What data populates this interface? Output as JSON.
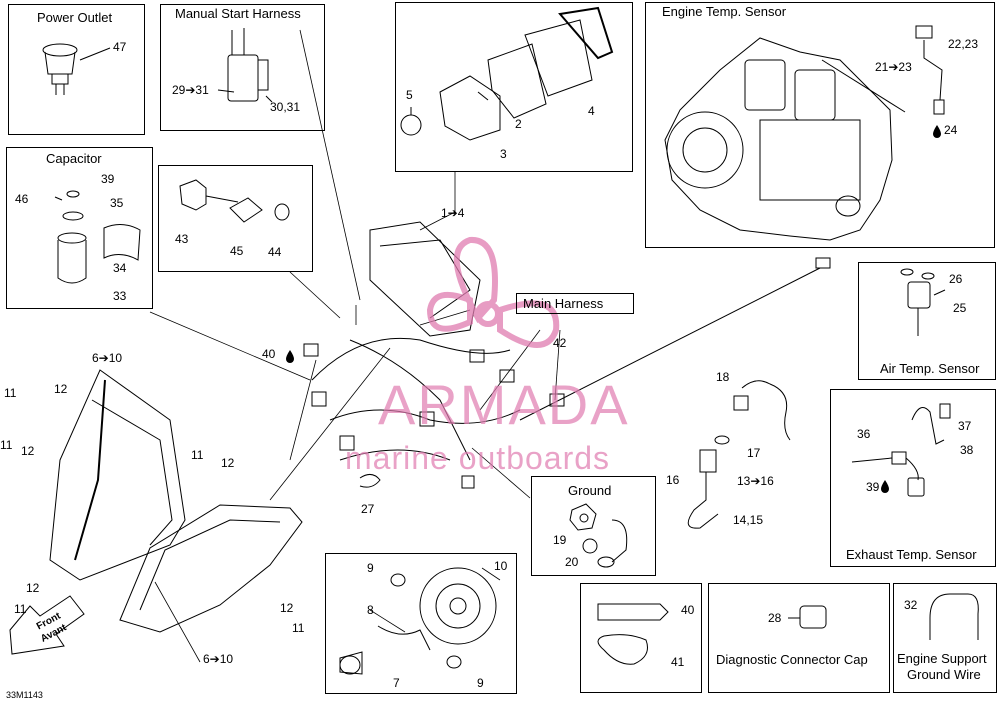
{
  "titles": {
    "power_outlet": "Power Outlet",
    "manual_start_harness": "Manual Start Harness",
    "engine_temp_sensor": "Engine Temp. Sensor",
    "capacitor": "Capacitor",
    "main_harness": "Main Harness",
    "air_temp_sensor": "Air Temp. Sensor",
    "exhaust_temp_sensor": "Exhaust Temp. Sensor",
    "ground": "Ground",
    "diagnostic_connector_cap": "Diagnostic Connector Cap",
    "engine_support_ground_wire_1": "Engine Support",
    "engine_support_ground_wire_2": "Ground Wire"
  },
  "callouts": {
    "c47": "47",
    "c29_31": "29➔31",
    "c30_31": "30,31",
    "c5": "5",
    "c2": "2",
    "c3": "3",
    "c4": "4",
    "c1_4": "1➔4",
    "c22_23": "22,23",
    "c21_23": "21➔23",
    "c24": "24",
    "c39a": "39",
    "c46": "46",
    "c35": "35",
    "c34": "34",
    "c33": "33",
    "c43": "43",
    "c45": "45",
    "c44": "44",
    "c6_10a": "6➔10",
    "c40a": "40",
    "c42": "42",
    "c26": "26",
    "c25": "25",
    "c11a": "11",
    "c12a": "12",
    "c11b": "11",
    "c12b": "12",
    "c11c": "11",
    "c12c": "12",
    "c18": "18",
    "c17": "17",
    "c16": "16",
    "c13_16": "13➔16",
    "c14_15": "14,15",
    "c37": "37",
    "c36": "36",
    "c38": "38",
    "c39b": "39",
    "c27": "27",
    "c19": "19",
    "c20": "20",
    "c12d": "12",
    "c11d": "11",
    "c12e": "12",
    "c11e": "11",
    "c6_10b": "6➔10",
    "c9a": "9",
    "c10": "10",
    "c8": "8",
    "c7": "7",
    "c9b": "9",
    "c40b": "40",
    "c41": "41",
    "c28": "28",
    "c32": "32"
  },
  "front_arrow": {
    "line1": "Front",
    "line2": "Avant"
  },
  "watermark": {
    "brand": "ARMADA",
    "tagline": "marine outboards"
  },
  "figure_code": "33M1143",
  "colors": {
    "watermark": "#e07bb0",
    "line": "#000000"
  }
}
